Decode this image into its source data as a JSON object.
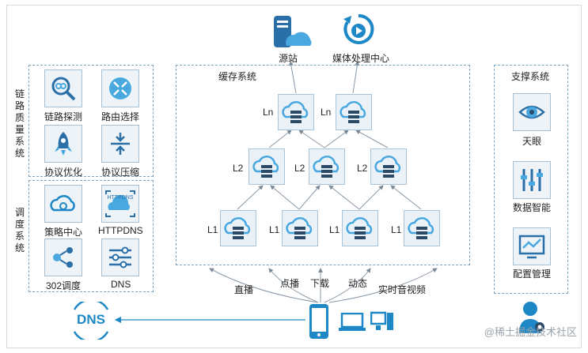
{
  "top": {
    "origin_label": "源站",
    "media_label": "媒体处理中心"
  },
  "link_quality": {
    "title": "链路质量系统",
    "items": [
      "链路探测",
      "路由选择",
      "协议优化",
      "协议压缩"
    ]
  },
  "scheduling": {
    "title": "调度系统",
    "items": [
      "策略中心",
      "HTTPDNS",
      "302调度",
      "DNS"
    ],
    "httpdns_badge": "HTTPDNS"
  },
  "cache": {
    "title": "缓存系统",
    "levels": {
      "ln": "Ln",
      "l2": "L2",
      "l1": "L1"
    }
  },
  "support": {
    "title": "支撑系统",
    "items": [
      "天眼",
      "数据智能",
      "配置管理"
    ]
  },
  "traffic": [
    "直播",
    "点播",
    "下载",
    "动态",
    "实时音视频"
  ],
  "dns_logo": "DNS",
  "watermark": "@稀土掘金技术社区",
  "colors": {
    "accent": "#1e88c7",
    "dark": "#2b4a66"
  }
}
